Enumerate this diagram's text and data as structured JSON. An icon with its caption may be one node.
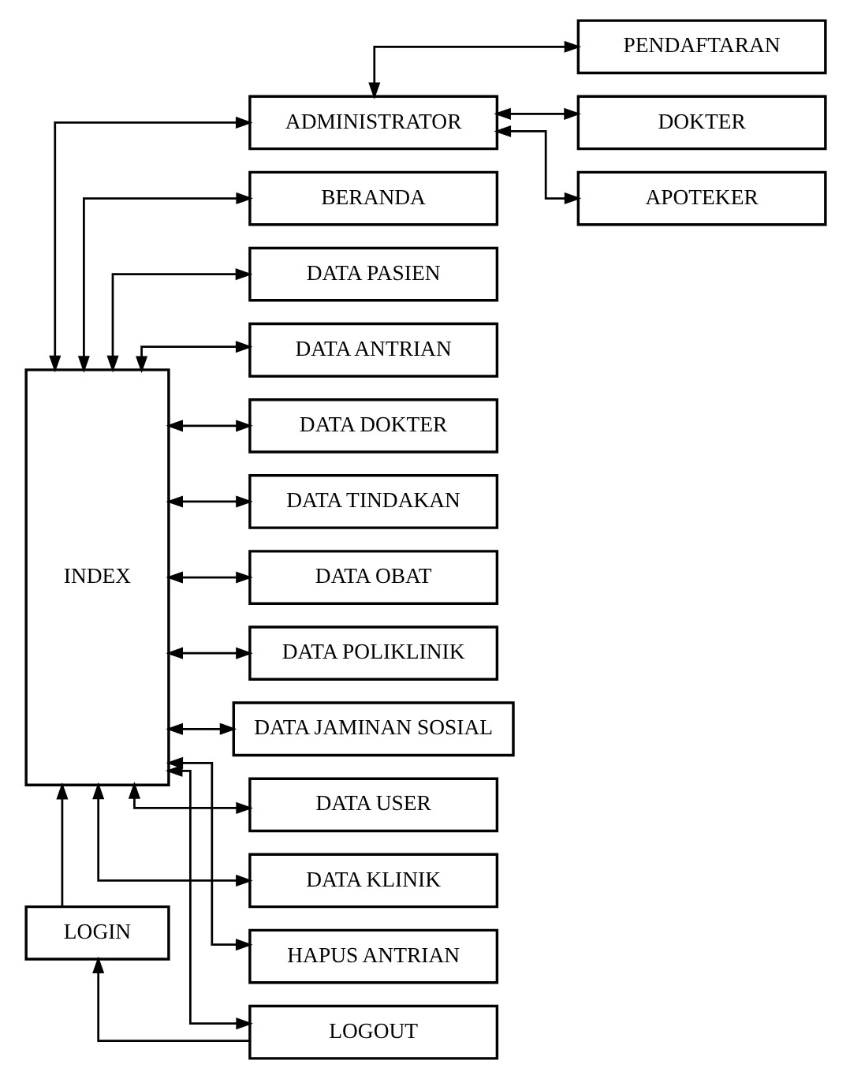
{
  "diagram": {
    "nodes": [
      {
        "text": [
          "INDEX"
        ]
      },
      {
        "text": [
          "LOGIN"
        ]
      },
      {
        "text": [
          "ADMINISTRATOR"
        ]
      },
      {
        "text": [
          "BERANDA"
        ]
      },
      {
        "text": [
          "DATA PASIEN"
        ]
      },
      {
        "text": [
          "DATA ANTRIAN"
        ]
      },
      {
        "text": [
          "DATA DOKTER"
        ]
      },
      {
        "text": [
          "DATA TINDAKAN"
        ]
      },
      {
        "text": [
          "DATA OBAT"
        ]
      },
      {
        "text": [
          "DATA POLIKLINIK"
        ]
      },
      {
        "text": [
          "DATA JAMINAN SOSIAL"
        ]
      },
      {
        "text": [
          "DATA USER"
        ]
      },
      {
        "text": [
          "DATA KLINIK"
        ]
      },
      {
        "text": [
          "HAPUS ANTRIAN"
        ]
      },
      {
        "text": [
          "LOGOUT"
        ]
      },
      {
        "text": [
          "PENDAFTARAN"
        ]
      },
      {
        "text": [
          "DOKTER"
        ]
      },
      {
        "text": [
          "APOTEKER"
        ]
      }
    ],
    "edges": [
      {
        "from": 1,
        "to": 0,
        "arrow": "to"
      },
      {
        "from": 0,
        "to": 2,
        "arrow": "both"
      },
      {
        "from": 0,
        "to": 3,
        "arrow": "both"
      },
      {
        "from": 0,
        "to": 4,
        "arrow": "both"
      },
      {
        "from": 0,
        "to": 5,
        "arrow": "both"
      },
      {
        "from": 0,
        "to": 6,
        "arrow": "both"
      },
      {
        "from": 0,
        "to": 7,
        "arrow": "both"
      },
      {
        "from": 0,
        "to": 8,
        "arrow": "both"
      },
      {
        "from": 0,
        "to": 9,
        "arrow": "both"
      },
      {
        "from": 0,
        "to": 10,
        "arrow": "both"
      },
      {
        "from": 0,
        "to": 11,
        "arrow": "both"
      },
      {
        "from": 0,
        "to": 12,
        "arrow": "both"
      },
      {
        "from": 0,
        "to": 13,
        "arrow": "both"
      },
      {
        "from": 0,
        "to": 14,
        "arrow": "both"
      },
      {
        "from": 2,
        "to": 15,
        "arrow": "both"
      },
      {
        "from": 2,
        "to": 16,
        "arrow": "both"
      },
      {
        "from": 2,
        "to": 17,
        "arrow": "both"
      },
      {
        "from": 14,
        "to": 1,
        "arrow": "to"
      }
    ]
  }
}
